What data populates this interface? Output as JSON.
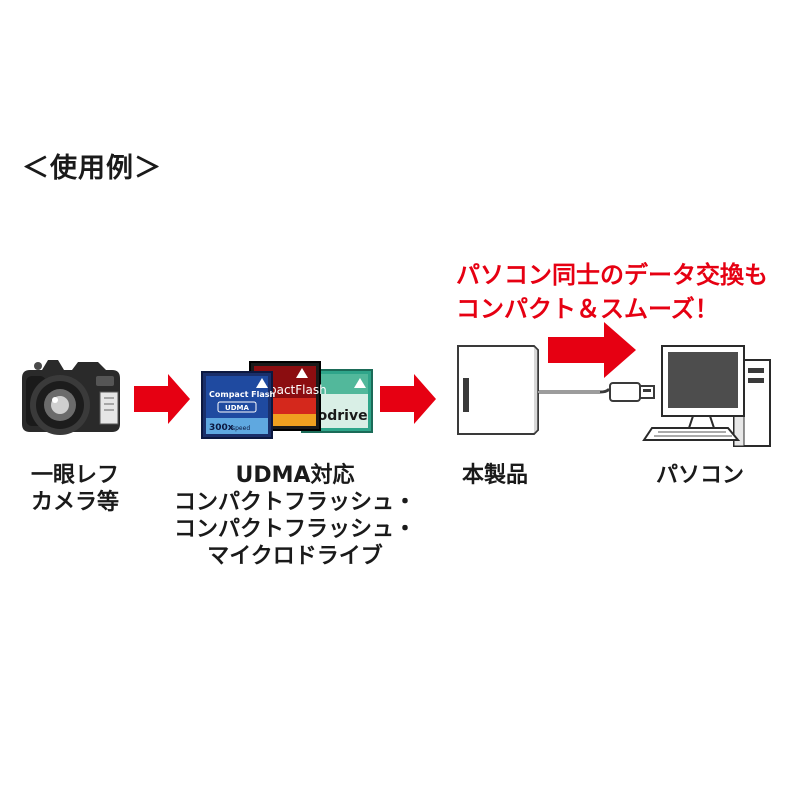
{
  "heading": "＜使用例＞",
  "callout": {
    "line1": "パソコン同士のデータ交換も",
    "line2": "コンパクト＆スムーズ！"
  },
  "labels": {
    "camera": [
      "一眼レフ",
      "カメラ等"
    ],
    "cards": [
      "UDMA対応",
      "コンパクトフラッシュ・",
      "コンパクトフラッシュ・",
      "マイクロドライブ"
    ],
    "product": [
      "本製品"
    ],
    "pc": [
      "パソコン"
    ]
  },
  "cards": {
    "cf_udma_brand": "Compact Flash",
    "cf_udma_badge": "UDMA",
    "cf_udma_speed_num": "300x",
    "cf_udma_speed_unit": "speed",
    "cf_red_brand": "mpactFlash",
    "microdrive_brand": "crodrive"
  },
  "colors": {
    "accent_red": "#e60012",
    "text": "#1a1a1a"
  },
  "icons": [
    "camera-icon",
    "memory-cards-icon",
    "card-reader-icon",
    "usb-plug-icon",
    "desktop-pc-icon",
    "arrow-right-icon"
  ]
}
